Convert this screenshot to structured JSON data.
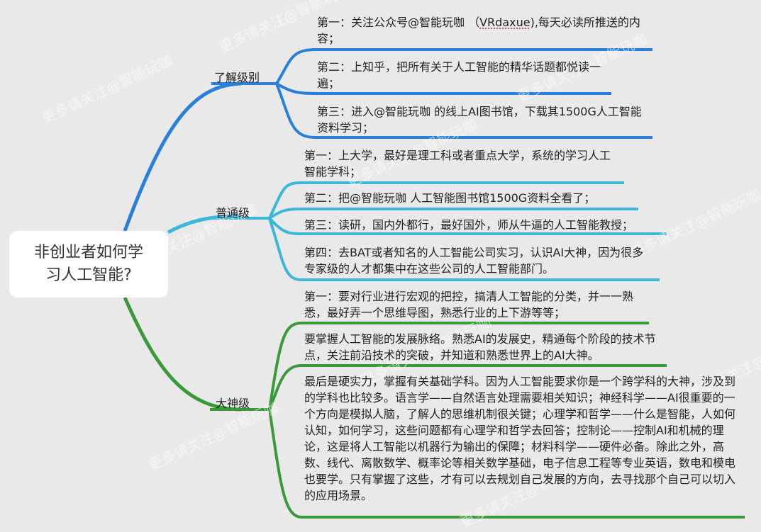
{
  "watermark_text": "更多请关注@智能玩咖",
  "root": {
    "label": "非创业者如何学习人工智能?"
  },
  "branches": {
    "b1": {
      "label": "了解级别",
      "color": "#2a80d8",
      "leaves": [
        {
          "pre": "第一：关注公众号@智能玩咖 （",
          "mark": "VRdaxue",
          "post": "),每天必读所推送的内容；"
        },
        {
          "text": "第二：上知乎，把所有关于人工智能的精华话题都悦读一遍；"
        },
        {
          "text": "第三：进入@智能玩咖 的线上AI图书馆，下载其1500G人工智能资料学习；"
        }
      ]
    },
    "b2": {
      "label": "普通级",
      "color": "#3ab8d6",
      "leaves": [
        {
          "text": "第一：上大学，最好是理工科或者重点大学，系统的学习人工智能学科；"
        },
        {
          "text": "第二：把@智能玩咖 人工智能图书馆1500G资料全看了；"
        },
        {
          "text": "第三：读研，国内外都行，最好国外，师从牛逼的人工智能教授；"
        },
        {
          "text": "第四：去BAT或者知名的人工智能公司实习，认识AI大神，因为很多专家级的人才都集中在这些公司的人工智能部门。"
        }
      ]
    },
    "b3": {
      "label": "大神级",
      "color": "#3a9a3a",
      "leaves": [
        {
          "text": "第一：要对行业进行宏观的把控，搞清人工智能的分类，并一一熟悉，最好弄一个思维导图，熟悉行业的上下游等等；"
        },
        {
          "text": "要掌握人工智能的发展脉络。熟悉AI的发展史，精通每个阶段的技术节点，关注前沿技术的突破，并知道和熟悉世界上的AI大神。"
        },
        {
          "text": "最后是硬实力，掌握有关基础学科。因为人工智能要求你是一个跨学科的大神，涉及到的学科也比较多。语言学——自然语言处理需要相关知识；神经科学——AI很重要的一个方向是模拟人脑，了解人的思维机制很关键；心理学和哲学——什么是智能，人如何认知，如何学习，这些问题都有心理学和哲学去回答；控制论——控制AI和机械的理论，这是将人工智能以机器行为输出的保障；材料科学——硬件必备。除此之外，高数、线代、离散数学、概率论等相关数学基础，电子信息工程等专业英语，数电和模电也要学。只有掌握了这些，才有可以去规划自己发展的方向，去寻找那个自己可以切入的应用场景。"
        }
      ]
    }
  }
}
